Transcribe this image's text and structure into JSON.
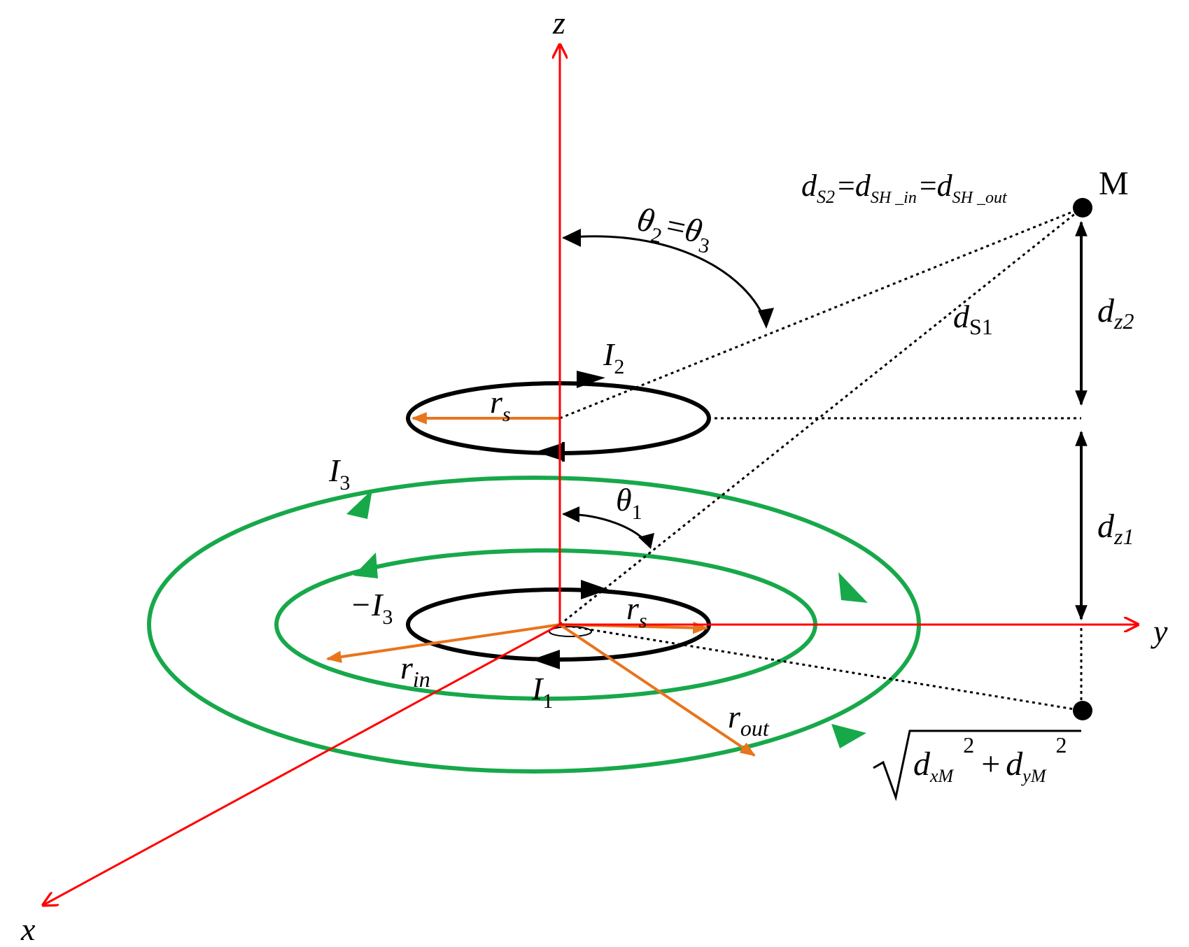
{
  "colors": {
    "axis": "#ff0000",
    "green_loop": "#17a84a",
    "radius": "#e8741c",
    "coil": "#000000",
    "dashed": "#000000"
  },
  "axes": {
    "z": "z",
    "y": "y",
    "x": "x"
  },
  "point": {
    "name": "M"
  },
  "labels": {
    "theta23": {
      "a": "θ",
      "a_sub": "2",
      "eq": "=",
      "b": "θ",
      "b_sub": "3"
    },
    "theta1": {
      "sym": "θ",
      "sub": "1"
    },
    "I2": {
      "sym": "I",
      "sub": "2"
    },
    "I1": {
      "sym": "I",
      "sub": "1"
    },
    "I3": {
      "sym": "I",
      "sub": "3"
    },
    "minus_I3": {
      "sym": "−I",
      "sub": "3"
    },
    "rs_top": {
      "sym": "r",
      "sub": "s"
    },
    "rs_bottom": {
      "sym": "r",
      "sub": "s"
    },
    "r_in": {
      "sym": "r",
      "sub": "in"
    },
    "r_out": {
      "sym": "r",
      "sub": "out"
    },
    "dS1": {
      "sym": "d",
      "sub": "S1"
    },
    "dz2": {
      "sym": "d",
      "sub": "z2"
    },
    "dz1": {
      "sym": "d",
      "sub": "z1"
    },
    "dS2_eq": {
      "d1": "d",
      "s1": "S2",
      "eq1": "=",
      "d2": "d",
      "s2": "SH _in",
      "eq2": "=",
      "d3": "d",
      "s3": "SH _out"
    },
    "sqrt": {
      "d1": "d",
      "s1": "xM",
      "p1": "2",
      "plus": "+",
      "d2": "d",
      "s2": "yM",
      "p2": "2"
    }
  }
}
